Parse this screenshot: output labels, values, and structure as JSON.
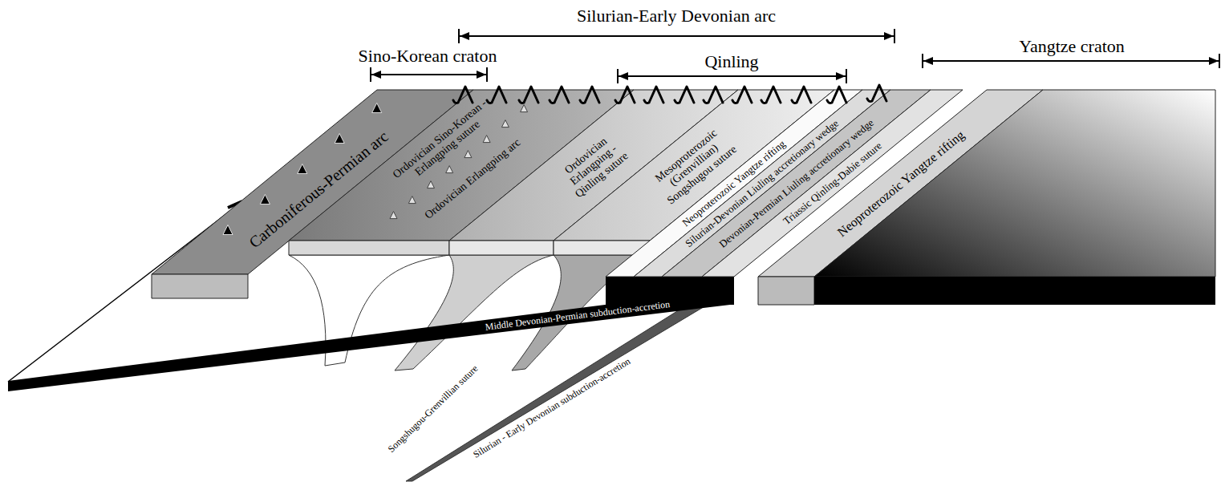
{
  "diagram": {
    "labels": [
      "Silurian-Early Devonian arc",
      "Sino-Korean craton",
      "Qinling",
      "Yangtze craton",
      "Carboniferous-Permian arc",
      "Ordovician Sino-Korean - Erlangping suture",
      "Ordovician Erlangping arc",
      "Ordovician Erlangping - Qinling suture",
      "Mesoproterozoic (Grenvillian) Songshugou suture",
      "Neoproterozoic Yangtze rifting",
      "Silurian-Devonian Liuling accretionary wedge",
      "Devonian-Permian Liuling accretionary wedge",
      "Triassic Qinling-Dabie suture",
      "Neoproterozoic Yangtze rifting",
      "Middle Devonian-Permian subduction-accretion",
      "Songshugou-Grenvillian suture",
      "Silurian - Early Devonian subduction-accretion"
    ]
  }
}
